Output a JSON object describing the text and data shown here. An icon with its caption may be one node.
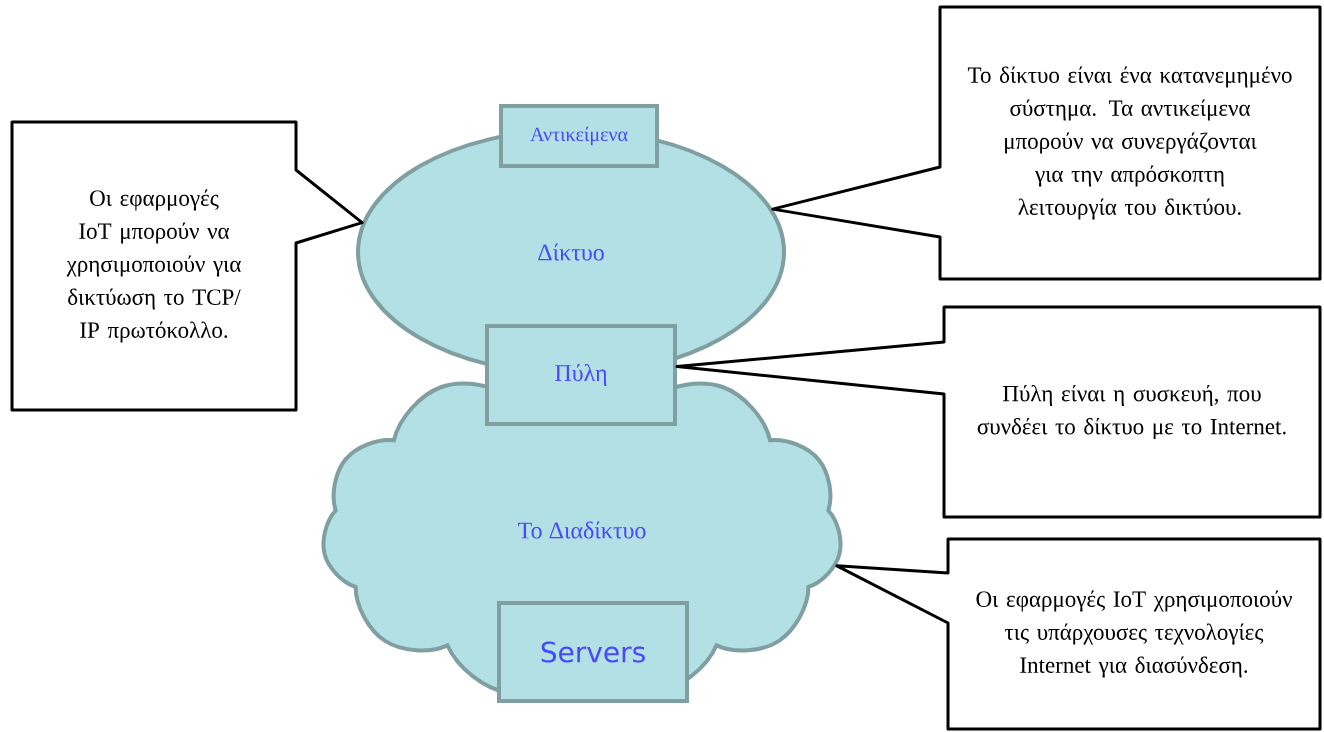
{
  "diagram": {
    "nodes": [
      {
        "text": [
          "Οι εφαρμογές IoT μπορούν να χρησιμοποιούν για δικτύωση το TCP/ IP πρωτόκολλο."
        ]
      },
      {
        "text": [
          "Αντικείμενα"
        ]
      },
      {
        "text": [
          "Το δίκτυο είναι ένα κατανεμημένο σύστημα. Τα αντικείμενα μπορούν να συνεργάζονται για την απρόσκοπτη λειτουργία του δικτύου."
        ]
      },
      {
        "text": [
          "Δίκτυο"
        ]
      },
      {
        "text": [
          "Πύλη"
        ]
      },
      {
        "text": [
          "Πύλη είναι η συσκευή, που συνδέει το δίκτυο με το Internet."
        ]
      },
      {
        "text": [
          "Το Διαδίκτυο"
        ]
      },
      {
        "text": [
          "Οι εφαρμογές IoT χρησιμοποιούν τις υπάρχουσες τεχνολογίες Internet για διασύνδεση."
        ]
      },
      {
        "text": [
          "Servers"
        ]
      }
    ]
  }
}
